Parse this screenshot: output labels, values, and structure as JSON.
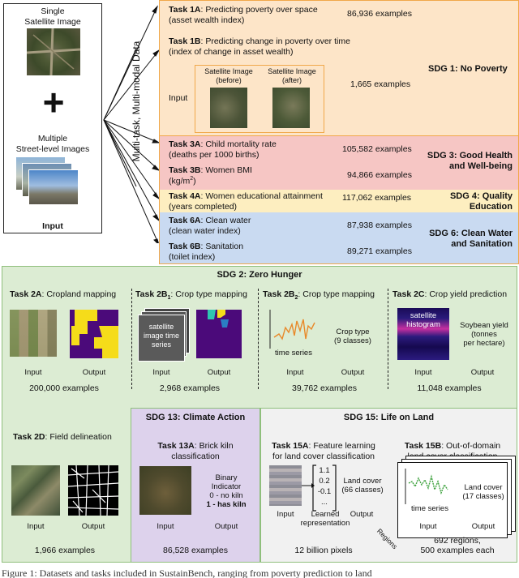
{
  "input_box": {
    "single_title": "Single\nSatellite Image",
    "multiple_title": "Multiple\nStreet-level Images",
    "input_label": "Input",
    "plus": "+"
  },
  "fan_label": "Multi-task, Multi-modal Data",
  "poverty": {
    "task1a": {
      "name": "Task 1A",
      "desc": ": Predicting poverty over space",
      "sub": "(asset wealth index)",
      "count": "86,936 examples"
    },
    "task1b": {
      "name": "Task 1B",
      "desc": ": Predicting change in poverty over time",
      "sub": "(index of change in asset wealth)",
      "count": "1,665 examples"
    },
    "input_word": "Input",
    "sat_before": "Satellite Image\n(before)",
    "sat_after": "Satellite Image\n(after)",
    "sdg": "SDG 1: No Poverty"
  },
  "health": {
    "task3a": {
      "name": "Task 3A",
      "desc": ": Child mortality rate",
      "sub": "(deaths per 1000 births)",
      "count": "105,582 examples"
    },
    "task3b": {
      "name": "Task 3B",
      "desc": ": Women BMI",
      "sub": "(kg/m",
      "sup": "2",
      "sub_end": ")",
      "count": "94,866 examples"
    },
    "sdg": "SDG 3: Good Health\nand Well-being"
  },
  "education": {
    "task4a": {
      "name": "Task 4A",
      "desc": ": Women educational attainment",
      "sub": "(years completed)",
      "count": "117,062 examples"
    },
    "sdg": "SDG 4: Quality\nEducation"
  },
  "water": {
    "task6a": {
      "name": "Task 6A",
      "desc": ": Clean water",
      "sub": "(clean water index)",
      "count": "87,938 examples"
    },
    "task6b": {
      "name": "Task 6B",
      "desc": ": Sanitation",
      "sub": "(toilet index)",
      "count": "89,271 examples"
    },
    "sdg": "SDG 6: Clean Water\nand Sanitation"
  },
  "hunger": {
    "sdg": "SDG 2: Zero Hunger",
    "t2a": {
      "name": "Task 2A",
      "desc": ": Cropland mapping",
      "input": "Input",
      "output": "Output",
      "count": "200,000 examples"
    },
    "t2b1": {
      "name": "Task 2B",
      "sub": "1",
      "desc": ": Crop type mapping",
      "overlay": "satellite\nimage time\nseries",
      "input": "Input",
      "output": "Output",
      "count": "2,968 examples"
    },
    "t2b2": {
      "name": "Task 2B",
      "sub": "2",
      "desc": ": Crop type mapping",
      "ts": "time series",
      "crop": "Crop type\n(9 classes)",
      "input": "Input",
      "output": "Output",
      "count": "39,762 examples"
    },
    "t2c": {
      "name": "Task 2C",
      "desc": ": Crop yield prediction",
      "hist": "satellite\nhistogram",
      "yield": "Soybean yield\n(tonnes\nper hectare)",
      "input": "Input",
      "output": "Output",
      "count": "11,048 examples"
    },
    "t2d": {
      "name": "Task 2D",
      "desc": ": Field delineation",
      "input": "Input",
      "output": "Output",
      "count": "1,966 examples"
    }
  },
  "climate": {
    "sdg": "SDG 13: Climate Action",
    "t13a": {
      "name": "Task 13A",
      "desc": ": Brick kiln\nclassification",
      "out1": "Binary\nIndicator\n0 - no kiln",
      "out2": "1 - has kiln",
      "input": "Input",
      "output": "Output",
      "count": "86,528 examples"
    }
  },
  "land": {
    "sdg": "SDG 15: Life on Land",
    "t15a": {
      "name": "Task 15A",
      "desc": ": Feature learning\nfor land cover classification",
      "vec": [
        "1.1",
        "0.2",
        "-0.1",
        "..."
      ],
      "cover": "Land cover\n(66 classes)",
      "input": "Input",
      "learned": "Learned\nrepresentation",
      "output": "Output",
      "count": "12 billion pixels"
    },
    "t15b": {
      "name": "Task 15B",
      "desc": ": Out-of-domain\nland cover classification",
      "ts": "time series",
      "cover": "Land cover\n(17 classes)",
      "regions": "Regions",
      "input": "Input",
      "output": "Output",
      "count": "692 regions,\n500 examples each"
    }
  },
  "caption": "Figure 1: Datasets and tasks included in SustainBench, ranging from poverty prediction to land",
  "colors": {
    "poverty": "#fde5c8",
    "poverty_border": "#f0a84a",
    "health": "#f6c6c4",
    "education": "#fdeec0",
    "water": "#c9daf1",
    "hunger": "#dcecd3",
    "hunger_border": "#8fbf7c",
    "climate": "#ddd2ec",
    "land": "#f1f1f1"
  }
}
